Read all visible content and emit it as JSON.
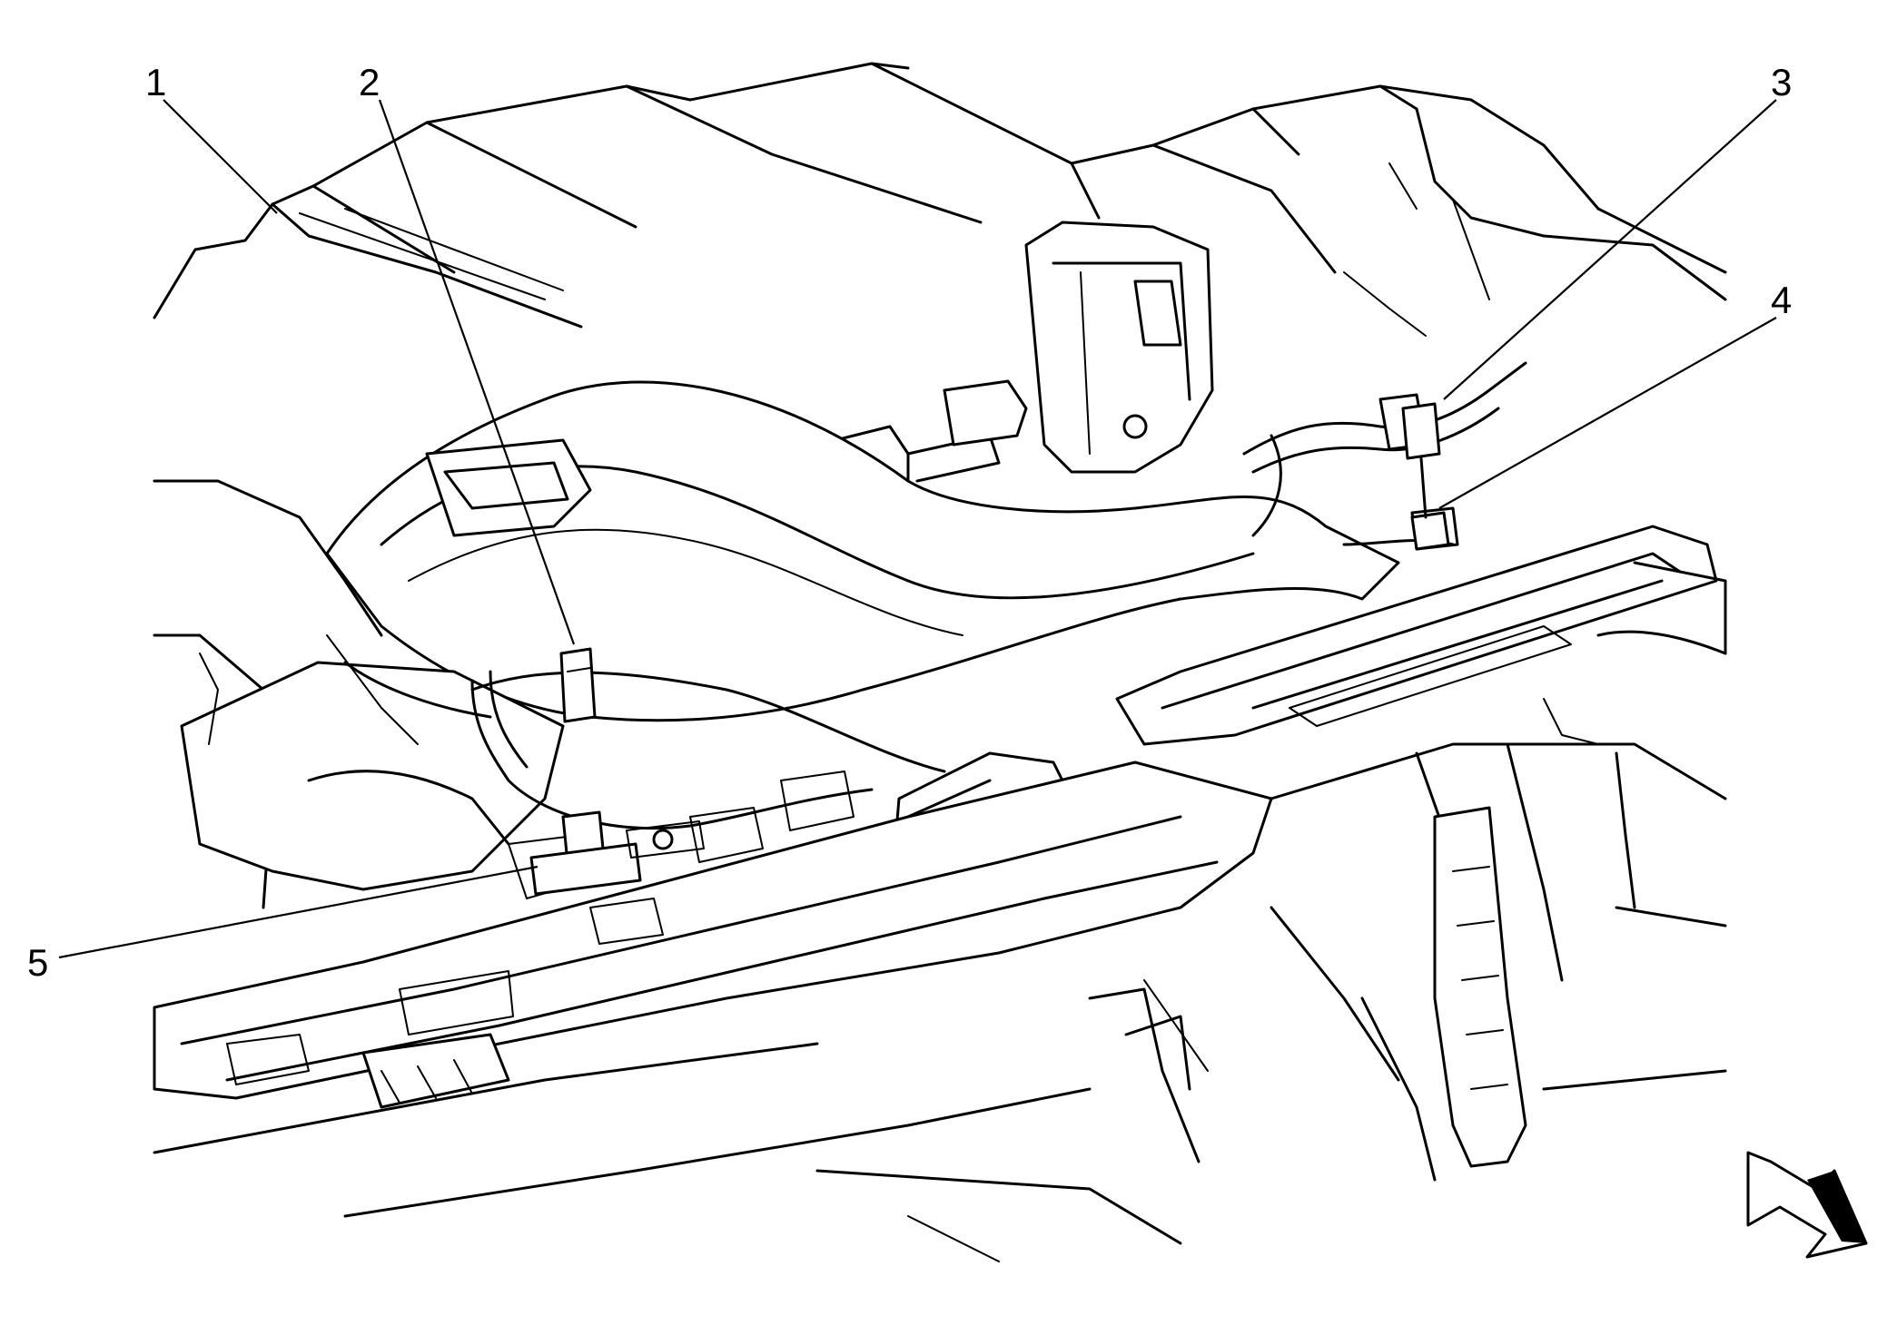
{
  "callouts": [
    {
      "id": "1",
      "label": "1"
    },
    {
      "id": "2",
      "label": "2"
    },
    {
      "id": "3",
      "label": "3"
    },
    {
      "id": "4",
      "label": "4"
    },
    {
      "id": "5",
      "label": "5"
    }
  ],
  "direction_arrow_icon": "arrow-forward-icon",
  "colors": {
    "line": "#000000",
    "background": "#ffffff"
  }
}
